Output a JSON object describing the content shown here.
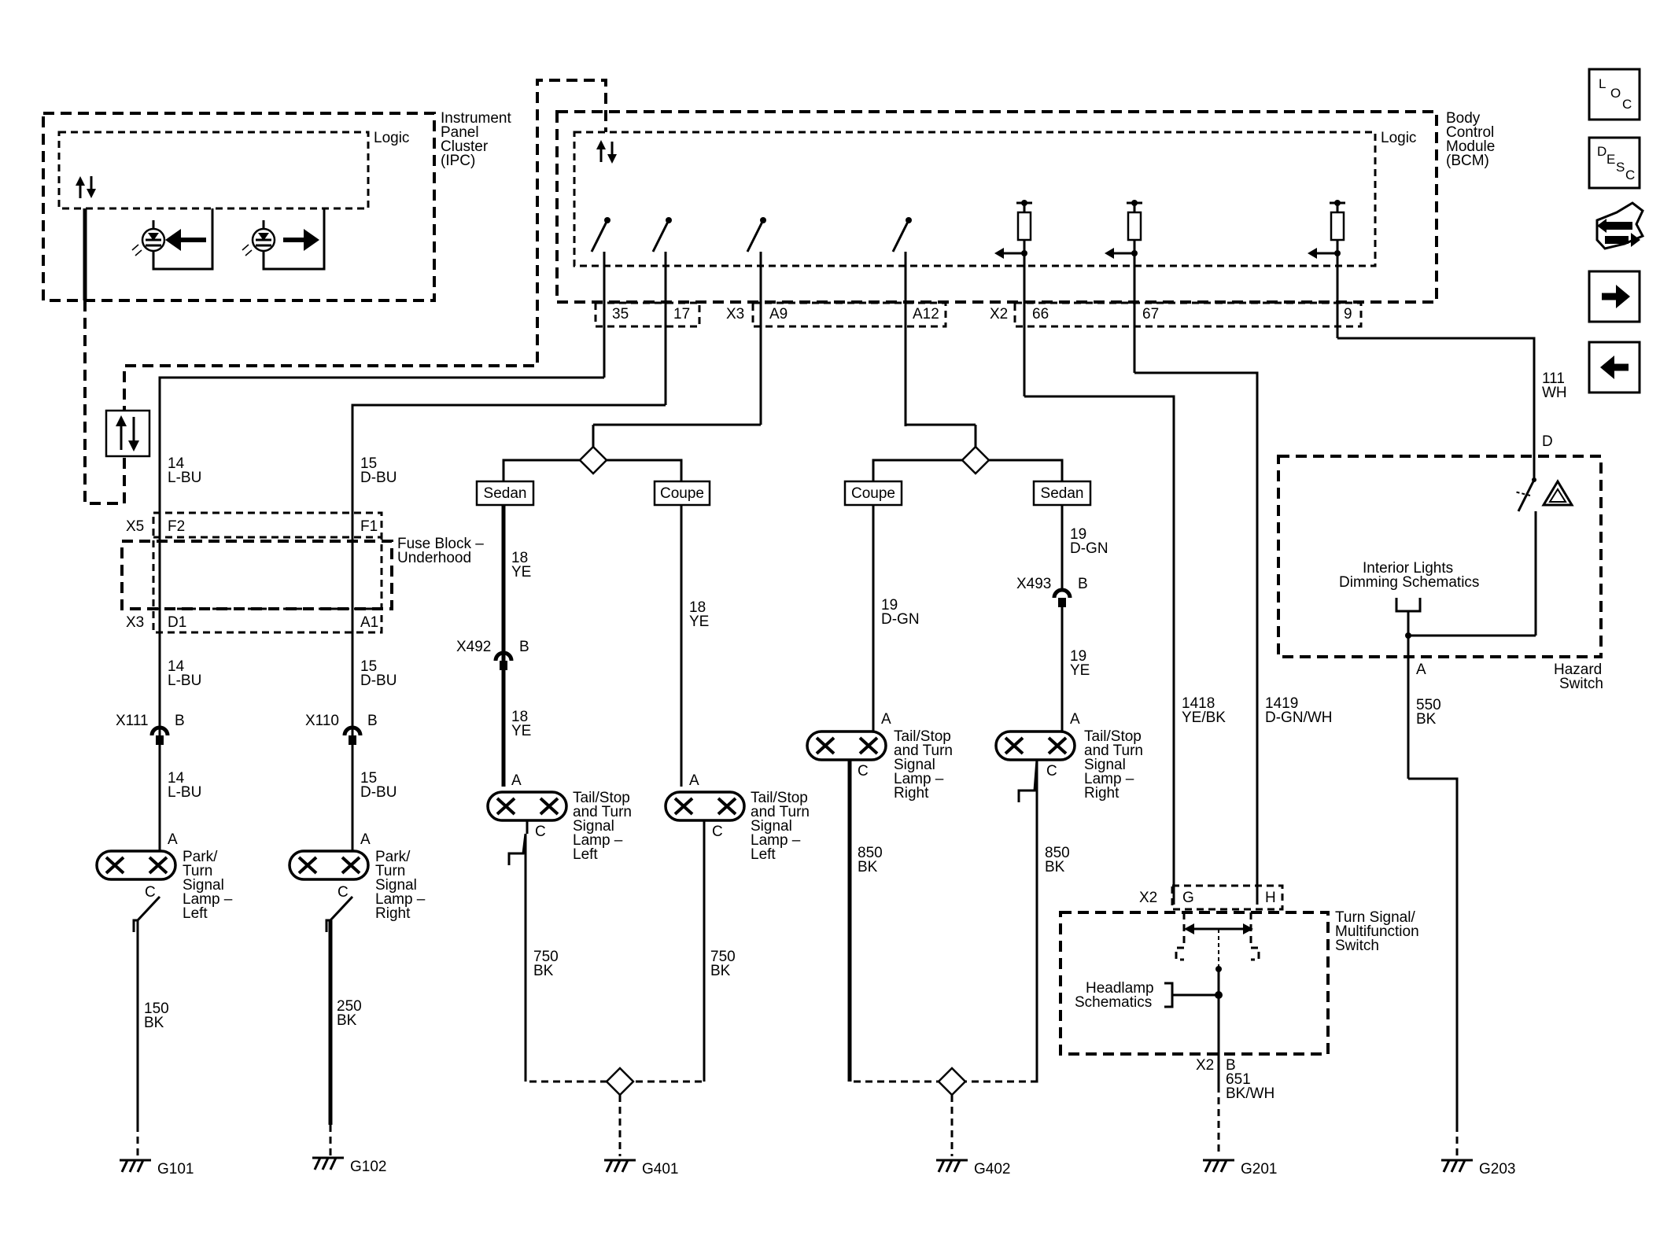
{
  "modules": {
    "ipc": {
      "name": "Instrument Panel Cluster (IPC)",
      "lines": [
        "Instrument",
        "Panel",
        "Cluster",
        "(IPC)"
      ],
      "logic": "Logic"
    },
    "bcm": {
      "lines": [
        "Body",
        "Control",
        "Module",
        "(BCM)"
      ],
      "logic": "Logic"
    },
    "fuse_block": {
      "lines": [
        "Fuse Block –",
        "Underhood"
      ],
      "top_connector": "X5",
      "bottom_connector": "X3",
      "pins": {
        "f2": "F2",
        "f1": "F1",
        "d1": "D1",
        "a1": "A1"
      }
    },
    "hazard_switch": {
      "lines": [
        "Hazard",
        "Switch"
      ],
      "pin_top": "D",
      "pin_bottom": "A",
      "dimming": [
        "Interior Lights",
        "Dimming Schematics"
      ]
    },
    "turn_switch": {
      "lines": [
        "Turn Signal/",
        "Multifunction",
        "Switch"
      ],
      "connector_top": "X2",
      "pin_g": "G",
      "pin_h": "H",
      "headlamp": [
        "Headlamp",
        "Schematics"
      ],
      "connector_bottom": "X2",
      "pin_b": "B"
    }
  },
  "bcm_pins": {
    "p35": "35",
    "p17": "17",
    "x3": "X3",
    "a9": "A9",
    "a12": "A12",
    "x2": "X2",
    "p66": "66",
    "p67": "67",
    "p9": "9"
  },
  "wires": {
    "w14a": [
      "14",
      "L-BU"
    ],
    "w15a": [
      "15",
      "D-BU"
    ],
    "w14b": [
      "14",
      "L-BU"
    ],
    "w15b": [
      "15",
      "D-BU"
    ],
    "w14c": [
      "14",
      "L-BU"
    ],
    "w15c": [
      "15",
      "D-BU"
    ],
    "w18a": [
      "18",
      "YE"
    ],
    "w18b": [
      "18",
      "YE"
    ],
    "w18c": [
      "18",
      "YE"
    ],
    "w19a": [
      "19",
      "D-GN"
    ],
    "w19b": [
      "19",
      "D-GN"
    ],
    "w19c": [
      "19",
      "YE"
    ],
    "w150": [
      "150",
      "BK"
    ],
    "w250": [
      "250",
      "BK"
    ],
    "w750a": [
      "750",
      "BK"
    ],
    "w750b": [
      "750",
      "BK"
    ],
    "w850a": [
      "850",
      "BK"
    ],
    "w850b": [
      "850",
      "BK"
    ],
    "w1418": [
      "1418",
      "YE/BK"
    ],
    "w1419": [
      "1419",
      "D-GN/WH"
    ],
    "w111": [
      "111",
      "WH"
    ],
    "w550": [
      "550",
      "BK"
    ],
    "w651": [
      "651",
      "BK/WH"
    ]
  },
  "connectors": {
    "x111": "X111",
    "x110": "X110",
    "x492": "X492",
    "x493": "X493",
    "pin_b": "B"
  },
  "variants": {
    "sedan": "Sedan",
    "coupe": "Coupe"
  },
  "lamps": {
    "park_left": [
      "Park/",
      "Turn",
      "Signal",
      "Lamp –",
      "Left"
    ],
    "park_right": [
      "Park/",
      "Turn",
      "Signal",
      "Lamp –",
      "Right"
    ],
    "tail_left": [
      "Tail/Stop",
      "and Turn",
      "Signal",
      "Lamp –",
      "Left"
    ],
    "tail_right": [
      "Tail/Stop",
      "and Turn",
      "Signal",
      "Lamp –",
      "Right"
    ],
    "pin_a": "A",
    "pin_c": "C"
  },
  "grounds": {
    "g101": "G101",
    "g102": "G102",
    "g401": "G401",
    "g402": "G402",
    "g201": "G201",
    "g203": "G203"
  },
  "nav": {
    "loc": {
      "l": "L",
      "o": "O",
      "c": "C"
    },
    "desc": {
      "d": "D",
      "e": "E",
      "s": "S",
      "c": "C"
    }
  }
}
